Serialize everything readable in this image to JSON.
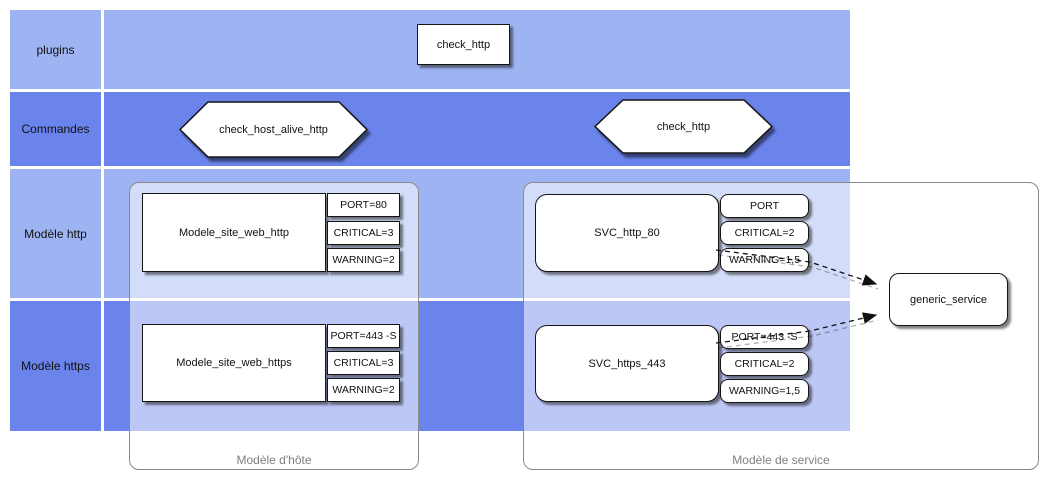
{
  "diagram": {
    "rows": [
      {
        "label": "plugins"
      },
      {
        "label": "Commandes"
      },
      {
        "label": "Modèle http"
      },
      {
        "label": "Modèle https"
      }
    ],
    "plugins_row": {
      "plugin_label": "check_http"
    },
    "commands_row": {
      "command_host_alive": "check_host_alive_http",
      "command_http": "check_http"
    },
    "containers": {
      "host_label": "Modèle d'hôte",
      "service_label": "Modèle de service"
    },
    "nodes": {
      "host_http": {
        "title": "Modele_site_web_http",
        "props": [
          "PORT=80",
          "CRITICAL=3",
          "WARNING=2"
        ]
      },
      "host_https": {
        "title": "Modele_site_web_https",
        "props": [
          "PORT=443 -S",
          "CRITICAL=3",
          "WARNING=2"
        ]
      },
      "svc_http": {
        "title": "SVC_http_80",
        "props": [
          "PORT",
          "CRITICAL=2",
          "WARNING=1,5"
        ]
      },
      "svc_https": {
        "title": "SVC_https_443",
        "props": [
          "PORT=443 -S",
          "CRITICAL=2",
          "WARNING=1,5"
        ]
      },
      "generic": {
        "label": "generic_service"
      }
    },
    "colors": {
      "row_light": "#9DB3F2",
      "row_dark": "#6A84EC",
      "container_border": "#8A8A8A",
      "container_label_text": "#7F7F7F",
      "node_fill": "#FFFFFF",
      "node_border": "#141414"
    }
  }
}
